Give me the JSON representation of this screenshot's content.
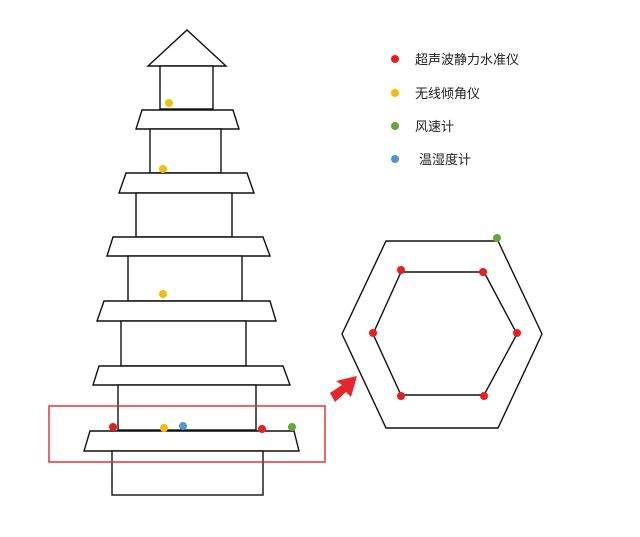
{
  "colors": {
    "ultrasonic": "#ee1c1c",
    "tilt": "#f6be00",
    "wind": "#62a83a",
    "humidity": "#4f97d6",
    "highlight": "#e8262a",
    "line": "#111111"
  },
  "legend": {
    "items": [
      {
        "key": "ultrasonic",
        "label": "超声波静力水准仪"
      },
      {
        "key": "tilt",
        "label": "无线倾角仪"
      },
      {
        "key": "wind",
        "label": "风速计"
      },
      {
        "key": "humidity",
        "label": "温湿度计"
      }
    ]
  },
  "icons": {
    "arrow": "arrow-right-down-icon"
  }
}
